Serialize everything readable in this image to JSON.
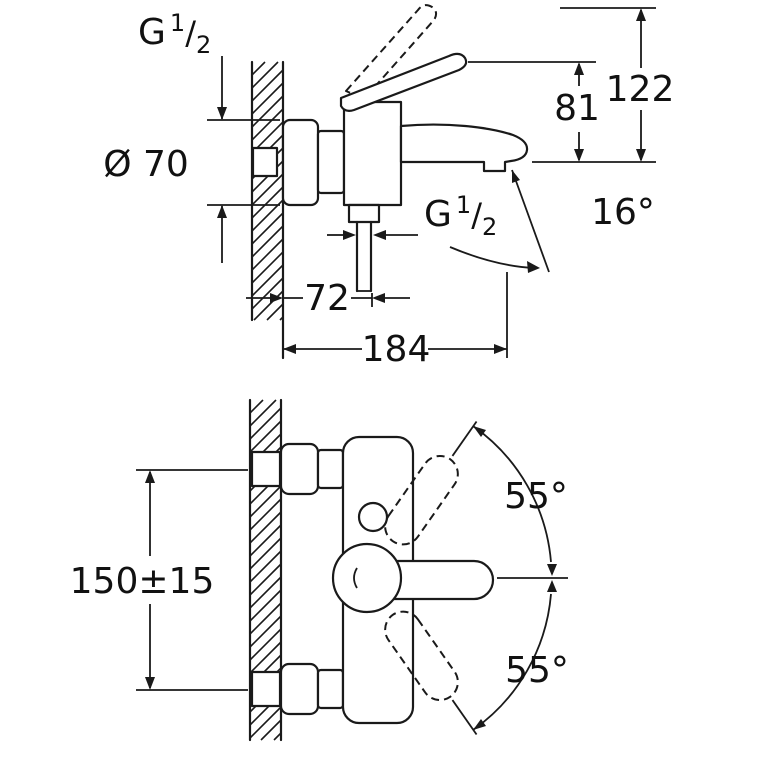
{
  "side_view": {
    "thread_label_top": {
      "g": "G",
      "num": "1",
      "slash": "/",
      "den": "2"
    },
    "flange_diameter": "Ø 70",
    "overall_height": "122",
    "spout_height": "81",
    "spout_angle": "16°",
    "thread_label_bottom": {
      "g": "G",
      "num": "1",
      "slash": "/",
      "den": "2"
    },
    "wall_to_outlet": "72",
    "spout_reach": "184"
  },
  "plan_view": {
    "inlet_spacing": "150±15",
    "lever_swing_upper": "55°",
    "lever_swing_lower": "55°"
  }
}
